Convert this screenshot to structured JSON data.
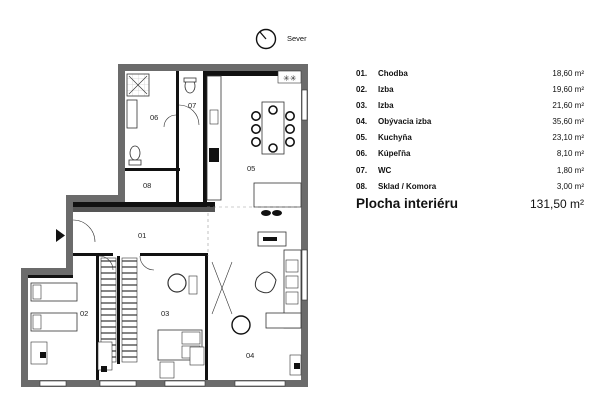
{
  "compass": {
    "label": "Sever"
  },
  "rooms": [
    {
      "number": "01.",
      "name": "Chodba",
      "area": "18,60 m²"
    },
    {
      "number": "02.",
      "name": "Izba",
      "area": "19,60 m²"
    },
    {
      "number": "03.",
      "name": "Izba",
      "area": "21,60 m²"
    },
    {
      "number": "04.",
      "name": "Obývacia izba",
      "area": "35,60 m²"
    },
    {
      "number": "05.",
      "name": "Kuchyňa",
      "area": "23,10 m²"
    },
    {
      "number": "06.",
      "name": "Kúpeľňa",
      "area": "8,10 m²"
    },
    {
      "number": "07.",
      "name": "WC",
      "area": "1,80 m²"
    },
    {
      "number": "08.",
      "name": "Sklad / Komora",
      "area": "3,00 m²"
    }
  ],
  "total": {
    "label": "Plocha interiéru",
    "value": "131,50 m²"
  },
  "plan_labels": {
    "r01": "01",
    "r02": "02",
    "r03": "03",
    "r04": "04",
    "r05": "05",
    "r06": "06",
    "r07": "07",
    "r08": "08"
  }
}
